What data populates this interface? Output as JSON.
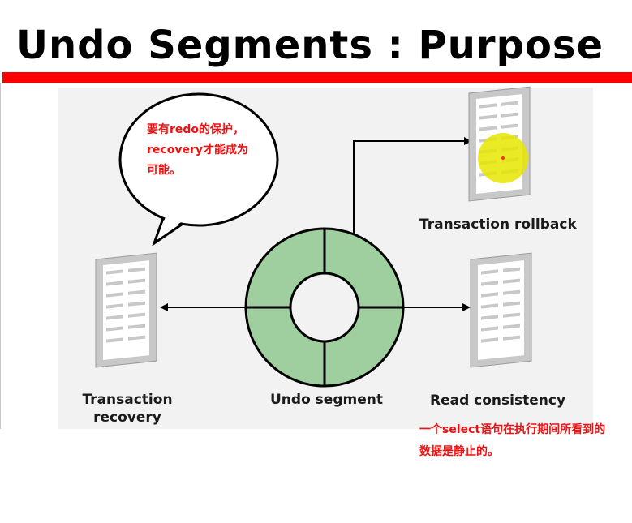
{
  "title": "Undo Segments : Purpose",
  "labels": {
    "rollback": "Transaction rollback",
    "undo_segment": "Undo segment",
    "read_consistency": "Read consistency",
    "recovery_line1": "Transaction",
    "recovery_line2": "recovery"
  },
  "notes": {
    "bubble_line1": "要有redo的保护，",
    "bubble_line2": "recovery才能成为",
    "bubble_line3": "可能。",
    "read_line1": "一个select语句在执行期间所看到的",
    "read_line2": "数据是静止的。"
  },
  "colors": {
    "title_bar": "#ff0000",
    "annotation_text": "#ee1111",
    "ring_fill": "#9fcf9f",
    "highlight": "#e6e600",
    "document": "#c8c8c8"
  },
  "icons": {
    "document": "document-icon",
    "ring": "undo-segment-ring-icon",
    "highlight": "highlight-marker-icon"
  }
}
